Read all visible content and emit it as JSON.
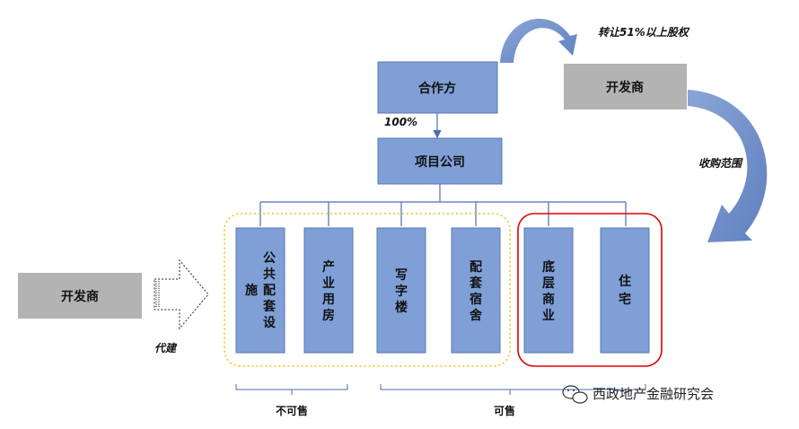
{
  "colors": {
    "blue_box": "#7f9fd6",
    "blue_box_border": "#5a7ab8",
    "gray_box": "#b3b3b3",
    "connector": "#4a6fb0",
    "sellable_frame": "#e00000",
    "unsellable_frame": "#f0c020",
    "curve_arrow": "#6f8fc9"
  },
  "nodes": {
    "partner": "合作方",
    "project_company": "项目公司",
    "developer_top": "开发商",
    "developer_left": "开发商"
  },
  "edges": {
    "ownership": "100%",
    "equity_transfer": "转让51%以上股权",
    "acquisition_scope": "收购范围",
    "agent_build": "代建"
  },
  "assets": [
    {
      "label": "公共配套设施",
      "lines": [
        "公",
        "共",
        "配",
        "套",
        "设"
      ],
      "sub": "施"
    },
    {
      "label": "产业用房",
      "lines": [
        "产",
        "业",
        "用",
        "房"
      ]
    },
    {
      "label": "写字楼",
      "lines": [
        "写",
        "字",
        "楼"
      ]
    },
    {
      "label": "配套宿舍",
      "lines": [
        "配",
        "套",
        "宿",
        "舍"
      ]
    },
    {
      "label": "底层商业",
      "lines": [
        "底",
        "层",
        "商",
        "业"
      ]
    },
    {
      "label": "住宅",
      "lines": [
        "住",
        "宅"
      ]
    }
  ],
  "groups": {
    "not_for_sale": "不可售",
    "for_sale": "可售"
  },
  "watermark": {
    "text": "西政地产金融研究会",
    "icon": "wechat-icon"
  }
}
